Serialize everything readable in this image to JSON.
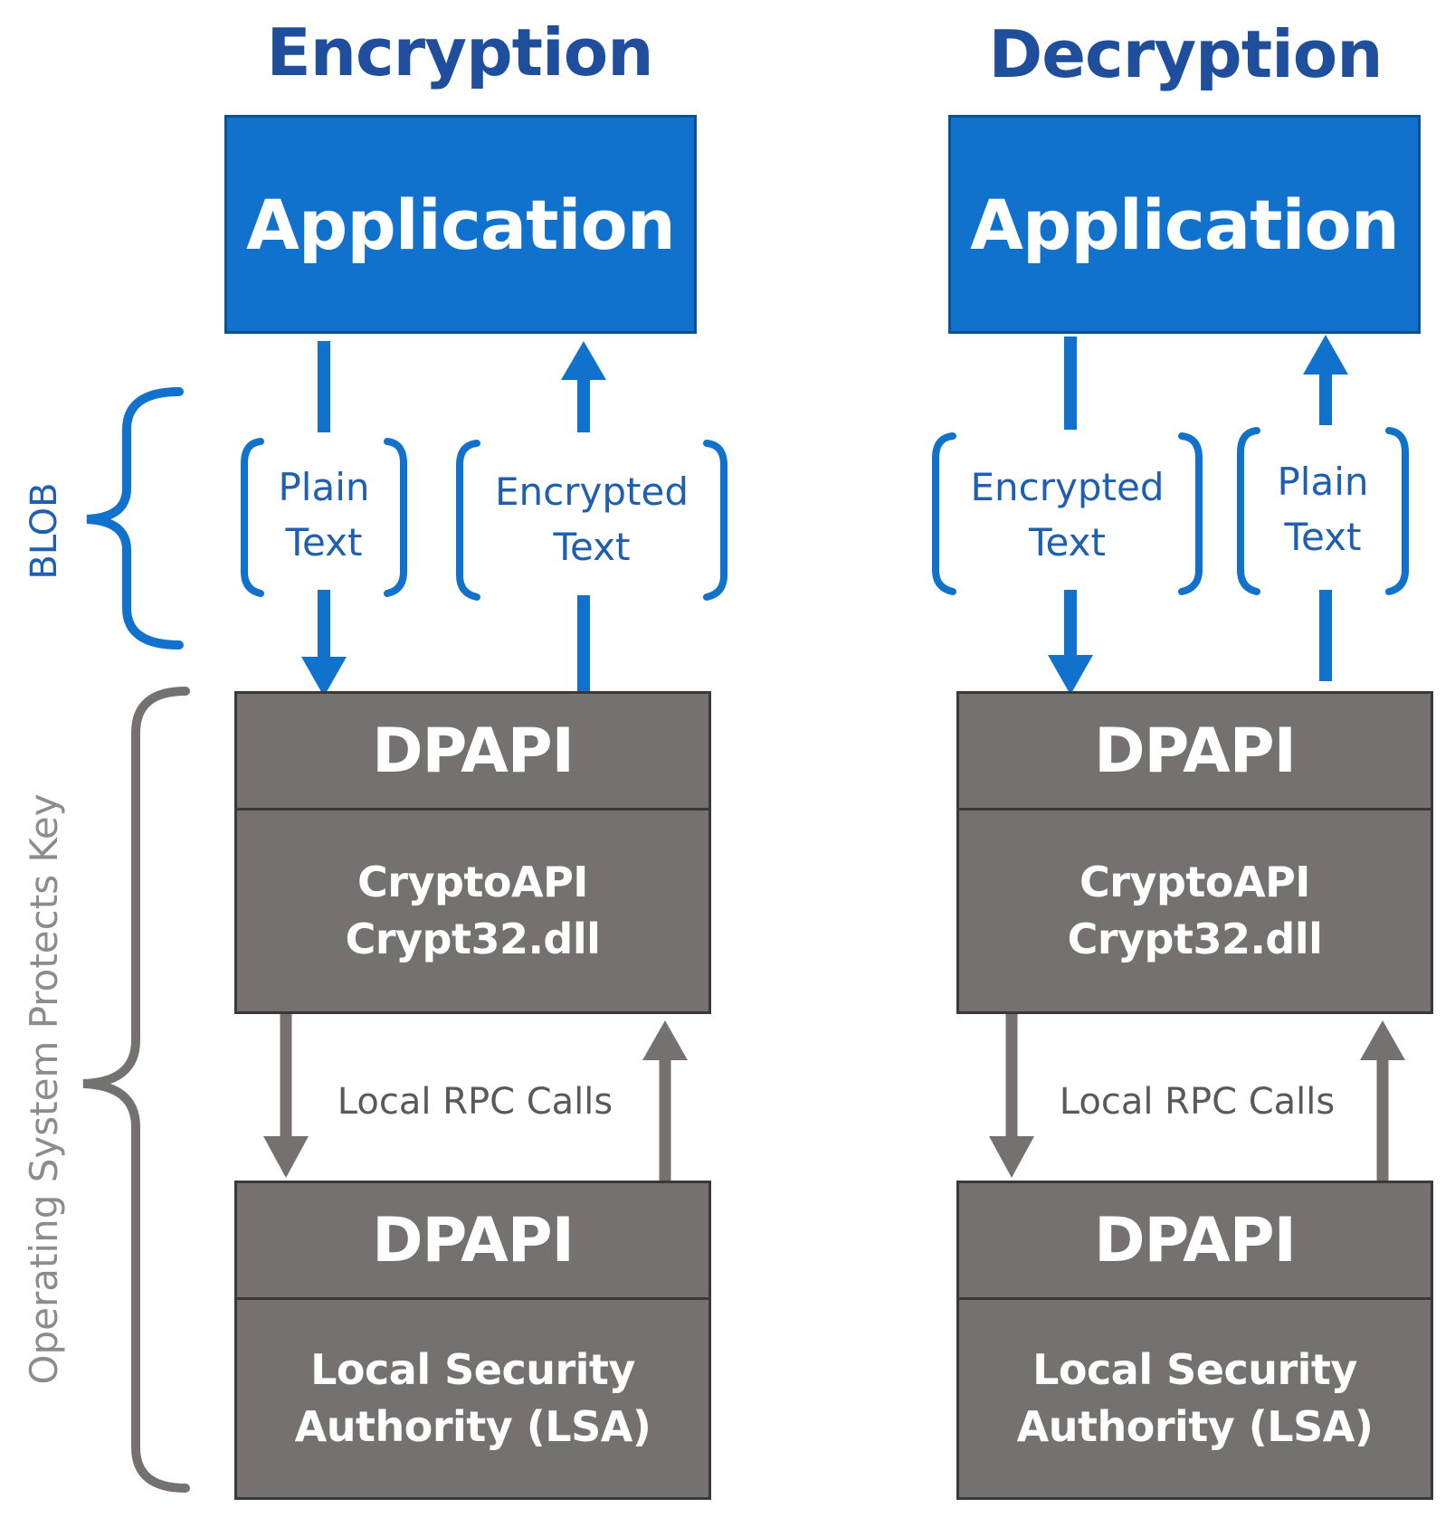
{
  "diagram": {
    "colors": {
      "blue": "#1172cd",
      "blue_text": "#1f4e9c",
      "gray_box": "#767171",
      "gray_line": "#767171",
      "gray_text": "#595959"
    },
    "side_labels": {
      "blob": "BLOB",
      "os": "Operating System Protects Key"
    },
    "encryption": {
      "title": "Encryption",
      "application": "Application",
      "blob_down": "Plain\nText",
      "blob_up": "Encrypted\nText",
      "dpapi_top": "DPAPI",
      "crypto_line1": "CryptoAPI",
      "crypto_line2": "Crypt32.dll",
      "rpc": "Local RPC Calls",
      "dpapi_bottom": "DPAPI",
      "lsa_line1": "Local Security",
      "lsa_line2": "Authority (LSA)"
    },
    "decryption": {
      "title": "Decryption",
      "application": "Application",
      "blob_down": "Encrypted\nText",
      "blob_up": "Plain\nText",
      "dpapi_top": "DPAPI",
      "crypto_line1": "CryptoAPI",
      "crypto_line2": "Crypt32.dll",
      "rpc": "Local RPC Calls",
      "dpapi_bottom": "DPAPI",
      "lsa_line1": "Local Security",
      "lsa_line2": "Authority (LSA)"
    }
  }
}
